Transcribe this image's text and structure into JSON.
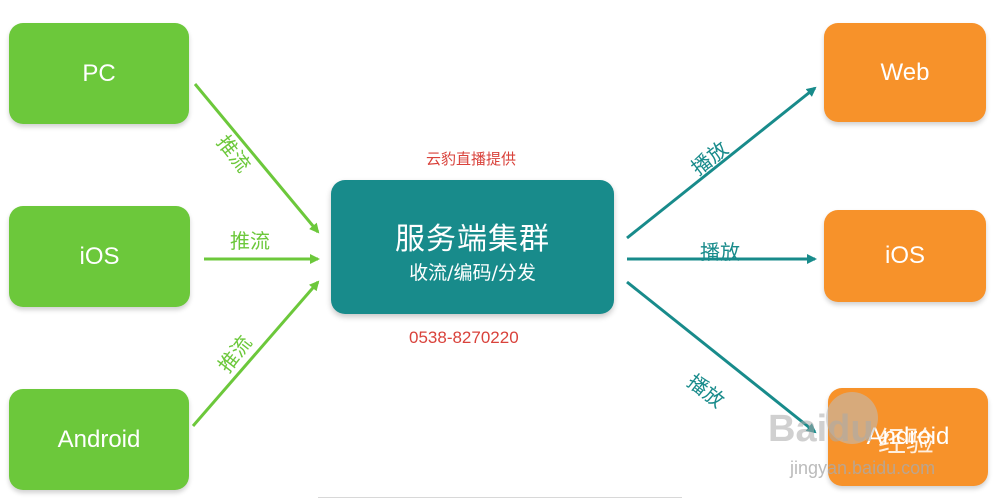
{
  "sources": [
    {
      "id": "pc",
      "label": "PC"
    },
    {
      "id": "ios",
      "label": "iOS"
    },
    {
      "id": "android",
      "label": "Android"
    }
  ],
  "center": {
    "title": "服务端集群",
    "subtitle": "收流/编码/分发"
  },
  "destinations": [
    {
      "id": "web",
      "label": "Web"
    },
    {
      "id": "ios",
      "label": "iOS"
    },
    {
      "id": "android",
      "label": "Android"
    }
  ],
  "edge_labels": {
    "push": "推流",
    "play": "播放"
  },
  "caption": "云豹直播提供",
  "phone": "0538-8270220",
  "watermark": {
    "logo": "Baidu",
    "text": "经验",
    "url": "jingyan.baidu.com"
  },
  "colors": {
    "source": "#6cc83b",
    "destination": "#f7922a",
    "center": "#188b8b",
    "push": "#6cc83b",
    "play": "#188b8b",
    "accent_text": "#d9423b"
  }
}
